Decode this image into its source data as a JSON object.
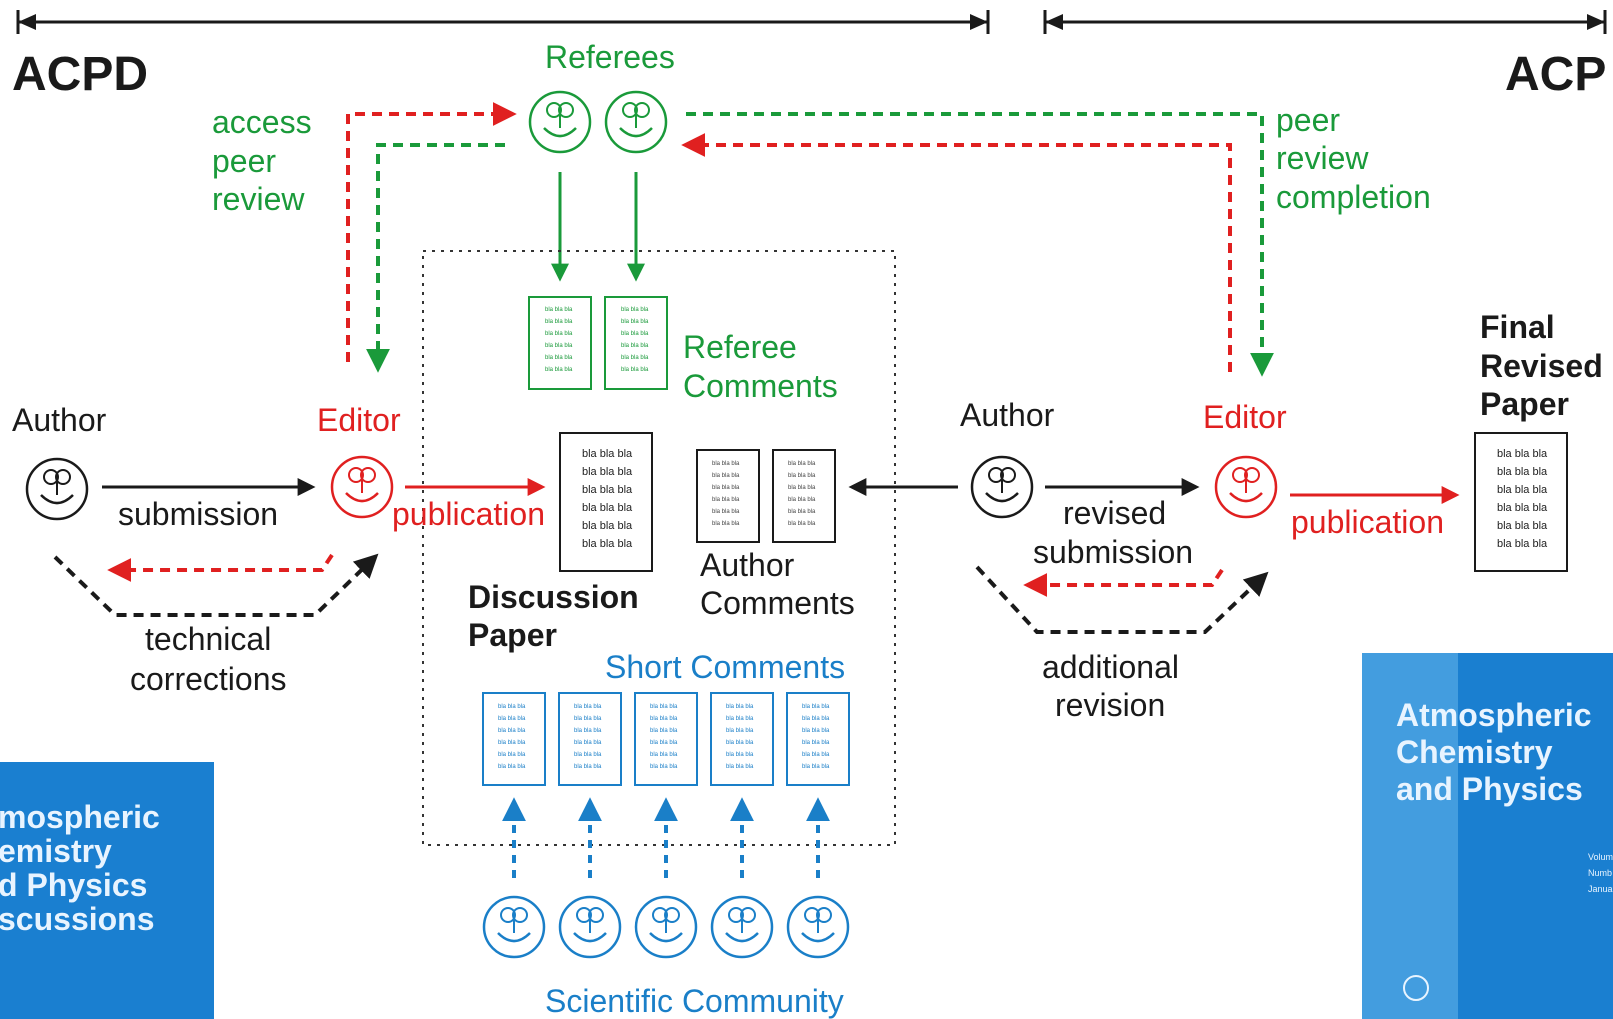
{
  "headers": {
    "left": "ACPD",
    "right": "ACP"
  },
  "referees_label": "Referees",
  "access_review": [
    "access",
    "peer",
    "review"
  ],
  "completion": [
    "peer",
    "review",
    "completion"
  ],
  "author_left": "Author",
  "editor_left": "Editor",
  "author_right": "Author",
  "editor_right": "Editor",
  "submission": "submission",
  "publication_left": "publication",
  "publication_right": "publication",
  "revised_submission": [
    "revised",
    "submission"
  ],
  "technical_corrections": [
    "technical",
    "corrections"
  ],
  "additional_revision": [
    "additional",
    "revision"
  ],
  "referee_comments": [
    "Referee",
    "Comments"
  ],
  "discussion_paper": [
    "Discussion",
    "Paper"
  ],
  "author_comments": [
    "Author",
    "Comments"
  ],
  "short_comments": "Short Comments",
  "scientific_community": "Scientific Community",
  "final_revised_paper": [
    "Final",
    "Revised",
    "Paper"
  ],
  "doc_text": "bla bla bla",
  "cover_left": [
    "mospheric",
    "emistry",
    "d Physics",
    "scussions"
  ],
  "cover_right": [
    "Atmospheric",
    "Chemistry",
    "and Physics"
  ],
  "cover_right_small": [
    "Volum",
    "Numb",
    "Janua"
  ],
  "colors": {
    "green": "#1a9a3a",
    "red": "#e02020",
    "blue": "#1a7fc8",
    "black": "#1a1a1a",
    "cover": "#1a7fd0"
  }
}
